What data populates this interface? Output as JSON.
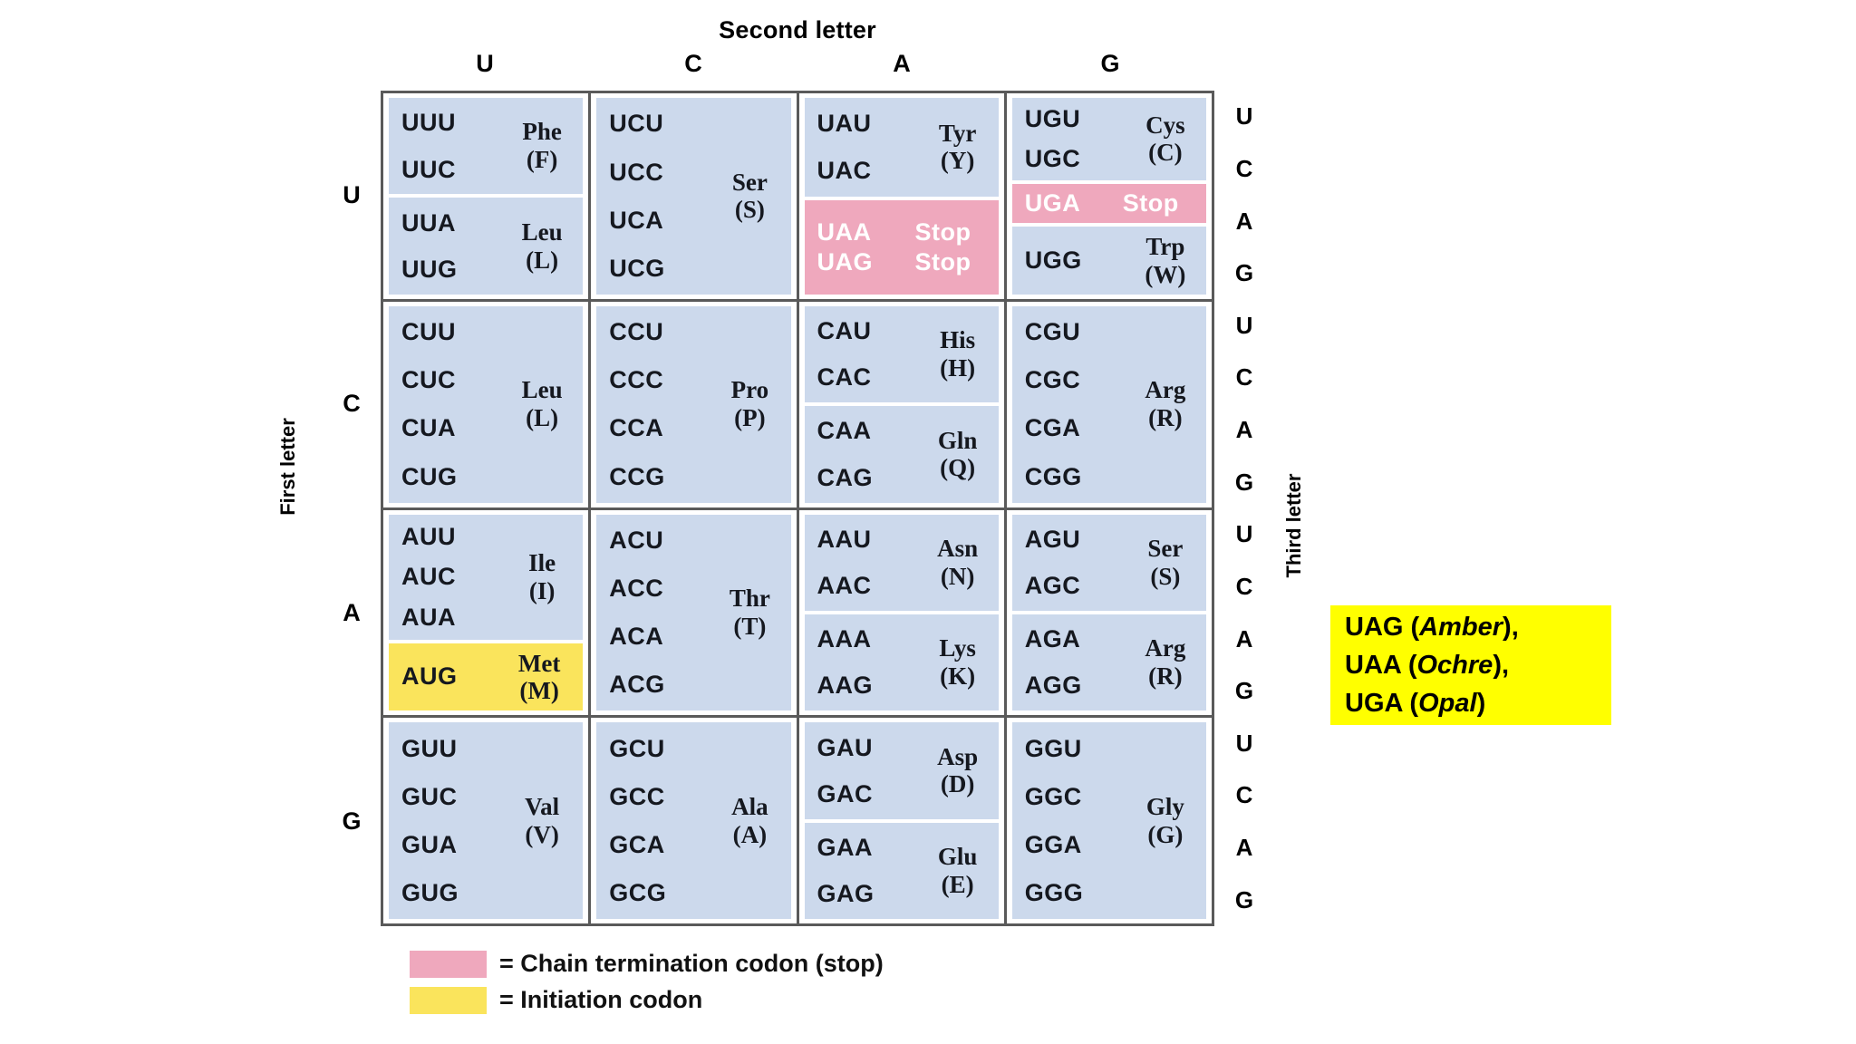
{
  "labels": {
    "second_letter": "Second letter",
    "first_letter": "First letter",
    "third_letter": "Third letter"
  },
  "columns": [
    "U",
    "C",
    "A",
    "G"
  ],
  "rows": [
    "U",
    "C",
    "A",
    "G"
  ],
  "third_letters": [
    "U",
    "C",
    "A",
    "G"
  ],
  "colors": {
    "codon_blue": "#ccd9ec",
    "stop_pink": "#efa8bd",
    "start_yellow": "#fae45c",
    "note_yellow": "#ffff00",
    "border": "#5a5a5a",
    "text": "#15181f",
    "stop_text": "#ffffff"
  },
  "table": [
    {
      "first": "U",
      "cells": [
        {
          "groups": [
            {
              "codons": [
                "UUU",
                "UUC"
              ],
              "amino": "Phe",
              "letter": "(F)",
              "type": "normal"
            },
            {
              "codons": [
                "UUA",
                "UUG"
              ],
              "amino": "Leu",
              "letter": "(L)",
              "type": "normal"
            }
          ]
        },
        {
          "groups": [
            {
              "codons": [
                "UCU",
                "UCC",
                "UCA",
                "UCG"
              ],
              "amino": "Ser",
              "letter": "(S)",
              "type": "normal"
            }
          ]
        },
        {
          "groups": [
            {
              "codons": [
                "UAU",
                "UAC"
              ],
              "amino": "Tyr",
              "letter": "(Y)",
              "type": "normal"
            },
            {
              "codons": [
                "UAA",
                "UAG"
              ],
              "amino": "Stop",
              "letter": "",
              "type": "stop"
            }
          ]
        },
        {
          "groups": [
            {
              "codons": [
                "UGU",
                "UGC"
              ],
              "amino": "Cys",
              "letter": "(C)",
              "type": "normal"
            },
            {
              "codons": [
                "UGA"
              ],
              "amino": "Stop",
              "letter": "",
              "type": "stop"
            },
            {
              "codons": [
                "UGG"
              ],
              "amino": "Trp",
              "letter": "(W)",
              "type": "normal"
            }
          ]
        }
      ]
    },
    {
      "first": "C",
      "cells": [
        {
          "groups": [
            {
              "codons": [
                "CUU",
                "CUC",
                "CUA",
                "CUG"
              ],
              "amino": "Leu",
              "letter": "(L)",
              "type": "normal"
            }
          ]
        },
        {
          "groups": [
            {
              "codons": [
                "CCU",
                "CCC",
                "CCA",
                "CCG"
              ],
              "amino": "Pro",
              "letter": "(P)",
              "type": "normal"
            }
          ]
        },
        {
          "groups": [
            {
              "codons": [
                "CAU",
                "CAC"
              ],
              "amino": "His",
              "letter": "(H)",
              "type": "normal"
            },
            {
              "codons": [
                "CAA",
                "CAG"
              ],
              "amino": "Gln",
              "letter": "(Q)",
              "type": "normal"
            }
          ]
        },
        {
          "groups": [
            {
              "codons": [
                "CGU",
                "CGC",
                "CGA",
                "CGG"
              ],
              "amino": "Arg",
              "letter": "(R)",
              "type": "normal"
            }
          ]
        }
      ]
    },
    {
      "first": "A",
      "cells": [
        {
          "groups": [
            {
              "codons": [
                "AUU",
                "AUC",
                "AUA"
              ],
              "amino": "Ile",
              "letter": "(I)",
              "type": "normal"
            },
            {
              "codons": [
                "AUG"
              ],
              "amino": "Met",
              "letter": "(M)",
              "type": "start"
            }
          ]
        },
        {
          "groups": [
            {
              "codons": [
                "ACU",
                "ACC",
                "ACA",
                "ACG"
              ],
              "amino": "Thr",
              "letter": "(T)",
              "type": "normal"
            }
          ]
        },
        {
          "groups": [
            {
              "codons": [
                "AAU",
                "AAC"
              ],
              "amino": "Asn",
              "letter": "(N)",
              "type": "normal"
            },
            {
              "codons": [
                "AAA",
                "AAG"
              ],
              "amino": "Lys",
              "letter": "(K)",
              "type": "normal"
            }
          ]
        },
        {
          "groups": [
            {
              "codons": [
                "AGU",
                "AGC"
              ],
              "amino": "Ser",
              "letter": "(S)",
              "type": "normal"
            },
            {
              "codons": [
                "AGA",
                "AGG"
              ],
              "amino": "Arg",
              "letter": "(R)",
              "type": "normal"
            }
          ]
        }
      ]
    },
    {
      "first": "G",
      "cells": [
        {
          "groups": [
            {
              "codons": [
                "GUU",
                "GUC",
                "GUA",
                "GUG"
              ],
              "amino": "Val",
              "letter": "(V)",
              "type": "normal"
            }
          ]
        },
        {
          "groups": [
            {
              "codons": [
                "GCU",
                "GCC",
                "GCA",
                "GCG"
              ],
              "amino": "Ala",
              "letter": "(A)",
              "type": "normal"
            }
          ]
        },
        {
          "groups": [
            {
              "codons": [
                "GAU",
                "GAC"
              ],
              "amino": "Asp",
              "letter": "(D)",
              "type": "normal"
            },
            {
              "codons": [
                "GAA",
                "GAG"
              ],
              "amino": "Glu",
              "letter": "(E)",
              "type": "normal"
            }
          ]
        },
        {
          "groups": [
            {
              "codons": [
                "GGU",
                "GGC",
                "GGA",
                "GGG"
              ],
              "amino": "Gly",
              "letter": "(G)",
              "type": "normal"
            }
          ]
        }
      ]
    }
  ],
  "note": {
    "lines": [
      {
        "codon": "UAG",
        "nickname": "Amber",
        "suffix": ","
      },
      {
        "codon": "UAA",
        "nickname": "Ochre",
        "suffix": ","
      },
      {
        "codon": "UGA",
        "nickname": "Opal",
        "suffix": ""
      }
    ]
  },
  "legend": [
    {
      "swatch": "pink",
      "text": "= Chain termination codon (stop)"
    },
    {
      "swatch": "yellow",
      "text": "= Initiation codon"
    }
  ]
}
